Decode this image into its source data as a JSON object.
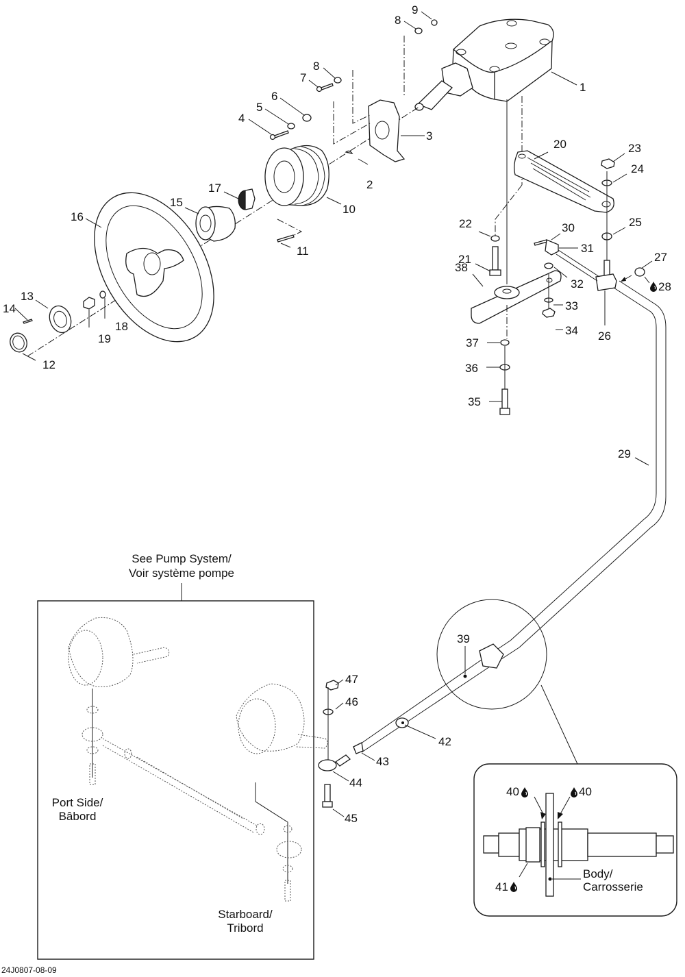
{
  "diagram": {
    "title": "Steering system exploded view",
    "reference_code": "24J0807-08-09",
    "part_labels": {
      "p1": "1",
      "p2": "2",
      "p3": "3",
      "p4": "4",
      "p5": "5",
      "p6": "6",
      "p7": "7",
      "p8a": "8",
      "p8b": "8",
      "p9": "9",
      "p10": "10",
      "p11": "11",
      "p12": "12",
      "p13": "13",
      "p14": "14",
      "p15": "15",
      "p16": "16",
      "p17": "17",
      "p18": "18",
      "p19": "19",
      "p20": "20",
      "p21": "21",
      "p22": "22",
      "p23": "23",
      "p24": "24",
      "p25": "25",
      "p26": "26",
      "p27": "27",
      "p28": "28",
      "p29": "29",
      "p30": "30",
      "p31": "31",
      "p32": "32",
      "p33": "33",
      "p34": "34",
      "p35": "35",
      "p36": "36",
      "p37": "37",
      "p38": "38",
      "p39": "39",
      "p40a": "40",
      "p40b": "40",
      "p41": "41",
      "p42": "42",
      "p43": "43",
      "p44": "44",
      "p45": "45",
      "p46": "46",
      "p47": "47"
    },
    "lubricant_marked_parts": [
      "28",
      "40",
      "41"
    ],
    "pump_note": {
      "line1": "See Pump System/",
      "line2": "Voir système pompe"
    },
    "port_side": {
      "line1": "Port Side/",
      "line2": "Bâbord"
    },
    "starboard": {
      "line1": "Starboard/",
      "line2": "Tribord"
    },
    "detail_inset": {
      "body_line1": "Body/",
      "body_line2": "Carrosserie"
    }
  }
}
